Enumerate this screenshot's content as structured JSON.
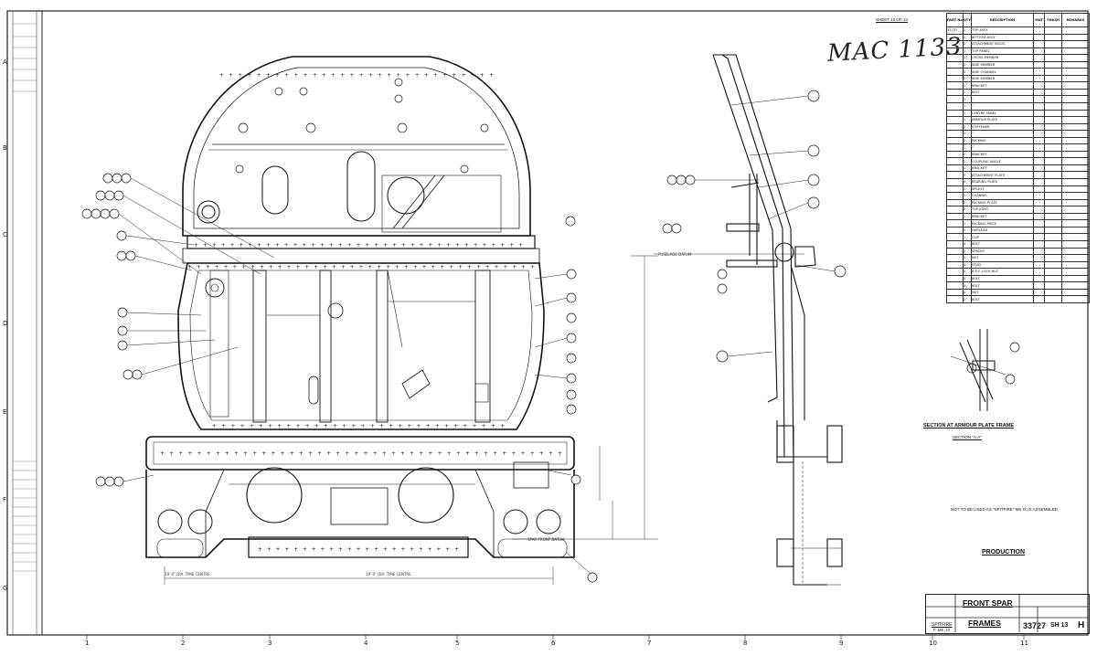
{
  "drawing": {
    "stamp": "MAC 1133",
    "sheet_ref": "SHEET 13 OF 14",
    "production_label": "PRODUCTION",
    "section_title": "SECTION AT ARMOUR PLATE FRAME",
    "section_sub": "SECTION \"A-A\"",
    "note": "NOT TO BE USED AS \"SPITFIRE\" MK IX IS ASSEMBLED",
    "title_line1": "FRONT SPAR",
    "title_line2": "FRAMES",
    "drawing_number": "33727",
    "sheet": "SH 13",
    "revision": "H",
    "aircraft": "SPITFIRE",
    "aircraft_sub": "F. MK. IX"
  },
  "ruler": {
    "top": [
      "1",
      "2",
      "3",
      "4",
      "5",
      "6",
      "7",
      "8",
      "9",
      "10",
      "11"
    ],
    "side": [
      "A",
      "B",
      "C",
      "D",
      "E",
      "F",
      "G"
    ]
  },
  "bom": {
    "headers": [
      "PART No",
      "QTY",
      "DESCRIPTION",
      "MAT",
      "FINISH",
      "REMARKS"
    ],
    "rows": [
      [
        "33727",
        "1",
        "TOP ASSY",
        "",
        "",
        ""
      ],
      [
        "",
        "1",
        "BOTTOM ASSY",
        "",
        "",
        ""
      ],
      [
        "",
        "2",
        "ATTACHMENT BOLTS",
        "",
        "",
        ""
      ],
      [
        "",
        "1",
        "TOP PANEL",
        "",
        "",
        ""
      ],
      [
        "",
        "2",
        "CROSS MEMBER",
        "",
        "",
        ""
      ],
      [
        "",
        "2",
        "SIDE MEMBER",
        "",
        "",
        ""
      ],
      [
        "",
        "2",
        "SIDE CHANNEL",
        "",
        "",
        ""
      ],
      [
        "",
        "2",
        "SIDE MEMBER",
        "",
        "",
        ""
      ],
      [
        "",
        "1",
        "BRACKET",
        "",
        "",
        ""
      ],
      [
        "",
        "1",
        "BELT",
        "",
        "",
        ""
      ],
      [
        "",
        "2",
        "\"",
        "",
        "",
        ""
      ],
      [
        "",
        "1",
        "\"",
        "",
        "",
        ""
      ],
      [
        "",
        "1",
        "CENTRE PANEL",
        "",
        "",
        ""
      ],
      [
        "",
        "1",
        "ARMOUR PLATE",
        "",
        "",
        ""
      ],
      [
        "",
        "2",
        "STIFFENER",
        "",
        "",
        ""
      ],
      [
        "",
        "1",
        "\"",
        "",
        "",
        ""
      ],
      [
        "",
        "2",
        "PACKING",
        "",
        "",
        ""
      ],
      [
        "",
        "1",
        "\"",
        "",
        "",
        ""
      ],
      [
        "",
        "2",
        "BRACKET",
        "",
        "",
        ""
      ],
      [
        "",
        "1",
        "COUPLING ANGLE",
        "",
        "",
        ""
      ],
      [
        "",
        "1",
        "BRACKET",
        "",
        "",
        ""
      ],
      [
        "",
        "2",
        "ATTACHMENT PLATE",
        "",
        "",
        ""
      ],
      [
        "",
        "4",
        "BEARING PLATE",
        "",
        "",
        ""
      ],
      [
        "",
        "1",
        "SPIGOT",
        "",
        "",
        ""
      ],
      [
        "",
        "1",
        "CHANNEL",
        "",
        "",
        ""
      ],
      [
        "",
        "2",
        "PACKING PLATE",
        "",
        "",
        ""
      ],
      [
        "",
        "2",
        "TOP JOINT",
        "",
        "",
        ""
      ],
      [
        "",
        "1",
        "BRACKET",
        "",
        "",
        ""
      ],
      [
        "",
        "1",
        "PACKING PIECE",
        "",
        "",
        ""
      ],
      [
        "",
        "2",
        "FAIRLEAD",
        "",
        "",
        ""
      ],
      [
        "",
        "1",
        "CLIP",
        "",
        "",
        ""
      ],
      [
        "",
        "4",
        "BOLT",
        "",
        "",
        ""
      ],
      [
        "",
        "2",
        "SPACER",
        "",
        "",
        ""
      ],
      [
        "",
        "2",
        "NUT",
        "",
        "",
        ""
      ],
      [
        "",
        "4",
        "STUD",
        "",
        "",
        ""
      ],
      [
        "",
        "2",
        "B.S.F. LOCK NUT",
        "",
        "",
        ""
      ],
      [
        "",
        "4",
        "BOLT",
        "",
        "",
        ""
      ],
      [
        "",
        "4",
        "BOLT",
        "",
        "",
        ""
      ],
      [
        "",
        "4",
        "NUT",
        "",
        "",
        ""
      ],
      [
        "",
        "2",
        "BOLT",
        "",
        "",
        ""
      ]
    ]
  }
}
